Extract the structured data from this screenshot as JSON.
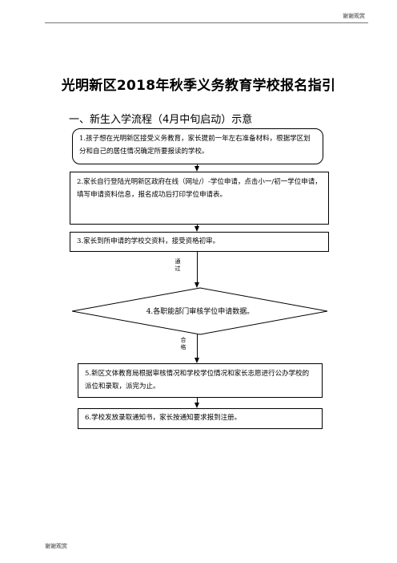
{
  "header": {
    "text": "谢谢观赏"
  },
  "title": "光明新区2018年秋季义务教育学校报名指引",
  "section_heading": "一、新生入学流程（4月中旬启动）示意",
  "steps": [
    "1.孩子想在光明新区接受义务教育，家长提前一年左右准备材料，根据学区划分和自己的居住情况确定所要报读的学校。",
    "2.家长自行登陆光明新区政府在线（网址/）-学位申请，点击小一/初一学位申请，填写申请资料信息，报名成功后打印学位申请表。",
    "3.家长到所申请的学校交资料，接受资格初审。",
    "4.各职能部门审核学位申请数据。",
    "5.新区文体教育局根据审核情况和学校学位情况和家长志愿进行公办学校的派位和录取，派完为止。",
    "6.学校发放录取通知书，家长按通知要求报到注册。"
  ],
  "arrow_labels": {
    "pass": "通过",
    "qualified": "合格"
  },
  "footer": {
    "text": "谢谢观赏"
  }
}
